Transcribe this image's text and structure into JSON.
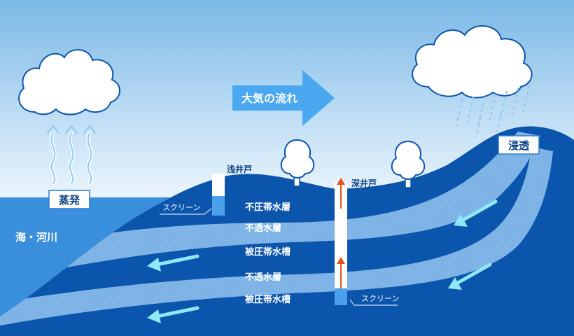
{
  "labels": {
    "air_flow": "大気の流れ",
    "evaporation": "蒸発",
    "infiltration": "浸透",
    "sea_river": "海・河川",
    "shallow_well": "浅井戸",
    "deep_well": "深井戸",
    "screen_shallow": "スクリーン",
    "screen_deep": "スクリーン",
    "layers": [
      "不圧帯水層",
      "不透水層",
      "被圧帯水槽",
      "不透水層",
      "被圧帯水槽"
    ]
  },
  "colors": {
    "sky_top": "#7ab8e6",
    "sky_bottom": "#e8f3fb",
    "water": "#3a8fdc",
    "land_dark": "#0b55ad",
    "aquitard": "#7cb2e6",
    "arrow_cyan": "#8ee8f6",
    "well_arrow": "#e8501e",
    "flow_banner": "#4aa8f0"
  }
}
